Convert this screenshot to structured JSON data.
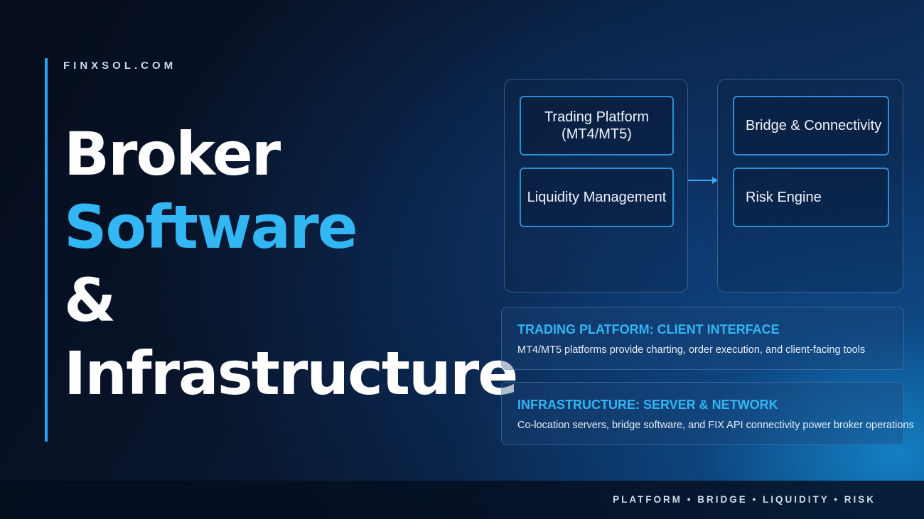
{
  "brand": "FINXSOL.COM",
  "headline": {
    "line1": "Broker",
    "line2": "Software",
    "line3": "&",
    "line4": "Infrastructure"
  },
  "diagram": {
    "left_nodes": [
      {
        "label": "Trading Platform\n(MT4/MT5)"
      },
      {
        "label": "Liquidity Management"
      }
    ],
    "right_nodes": [
      {
        "label": "Bridge & Connectivity"
      },
      {
        "label": "Risk Engine"
      }
    ]
  },
  "cards": [
    {
      "title": "TRADING PLATFORM: CLIENT INTERFACE",
      "description": "MT4/MT5 platforms provide charting, order execution, and client-facing tools"
    },
    {
      "title": "INFRASTRUCTURE: SERVER & NETWORK",
      "description": "Co-location servers, bridge software, and FIX API connectivity power broker operations"
    }
  ],
  "footer": {
    "tags": "PLATFORM • BRIDGE • LIQUIDITY • RISK"
  },
  "colors": {
    "accent": "#32b6f4",
    "node_border": "#2b8fd6",
    "background": "#08142a"
  }
}
